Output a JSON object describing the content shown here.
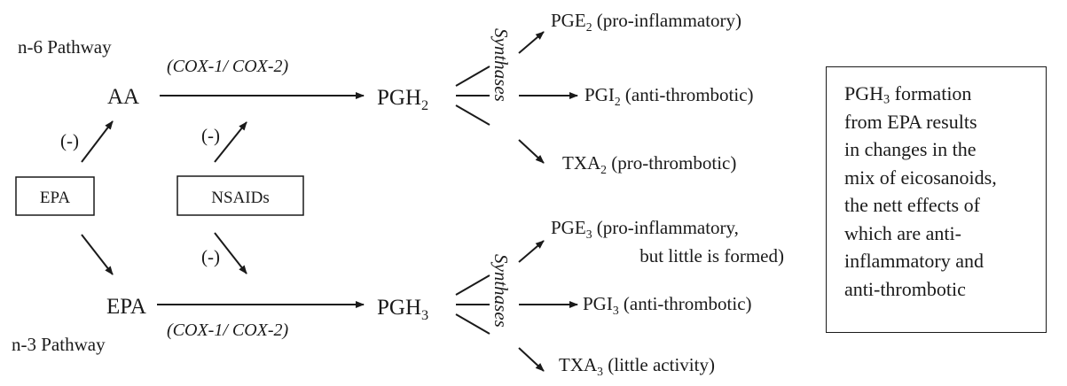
{
  "labels": {
    "n6_pathway": "n-6 Pathway",
    "n3_pathway": "n-3 Pathway",
    "cox_top": "(COX-1/ COX-2)",
    "cox_bottom": "(COX-1/ COX-2)",
    "inhibit_1": "(-)",
    "inhibit_2": "(-)",
    "inhibit_3": "(-)",
    "synthases_top": "Synthases",
    "synthases_bottom": "Synthases"
  },
  "nodes": {
    "aa": "AA",
    "epa_box": "EPA",
    "nsaids_box": "NSAIDs",
    "epa": "EPA",
    "pgh2": {
      "base": "PGH",
      "sub": "2"
    },
    "pgh3": {
      "base": "PGH",
      "sub": "3"
    }
  },
  "products_n6": [
    {
      "base": "PGE",
      "sub": "2",
      "desc": " (pro-inflammatory)"
    },
    {
      "base": "PGI",
      "sub": "2",
      "desc": " (anti-thrombotic)"
    },
    {
      "base": "TXA",
      "sub": "2",
      "desc": " (pro-thrombotic)"
    }
  ],
  "products_n3": [
    {
      "base": "PGE",
      "sub": "3",
      "desc": " (pro-inflammatory,",
      "desc2": "but little is formed)"
    },
    {
      "base": "PGI",
      "sub": "3",
      "desc": " (anti-thrombotic)"
    },
    {
      "base": "TXA",
      "sub": "3",
      "desc": " (little activity)"
    }
  ],
  "note": {
    "line1_base": "PGH",
    "line1_sub": "3",
    "line1_rest": " formation",
    "lines": [
      "from EPA results",
      "in changes in the",
      "mix of eicosanoids,",
      "the nett effects of",
      "which are anti-",
      "inflammatory and",
      "anti-thrombotic"
    ]
  }
}
